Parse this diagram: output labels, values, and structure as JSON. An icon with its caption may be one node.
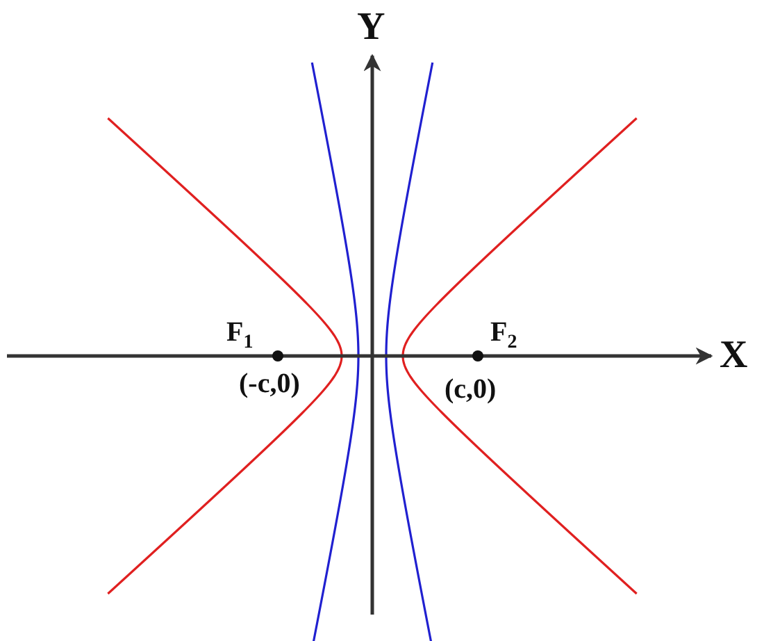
{
  "diagram": {
    "labels": [
      "Y",
      "X",
      "F$_{1}$",
      "F$_{2}$",
      "(-c,0)",
      "(c,0)"
    ]
  }
}
